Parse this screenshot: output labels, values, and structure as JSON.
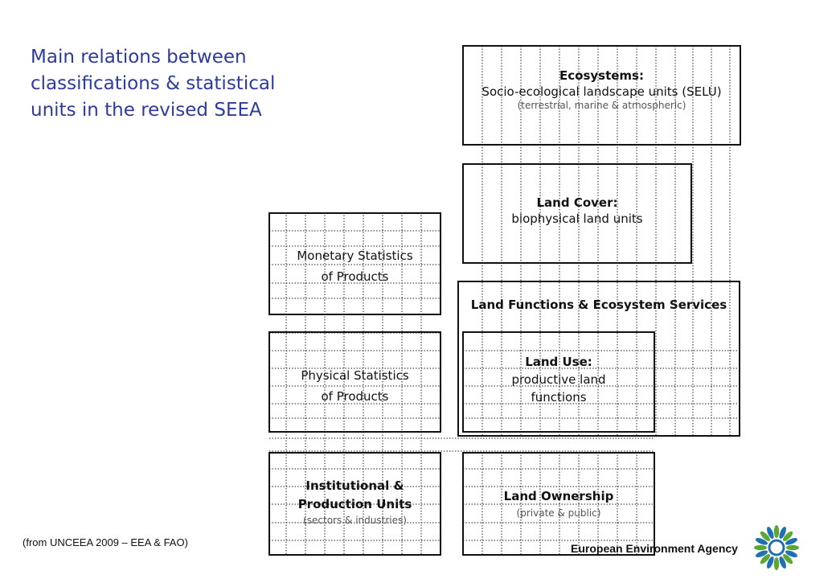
{
  "title_lines": [
    "Main relations between",
    "classifications & statistical",
    "units in the revised SEEA"
  ],
  "boxes": {
    "ecosystems": {
      "heading": "Ecosystems:",
      "body": "Socio-ecological landscape units (SELU)",
      "sub": "(terrestrial, marine & atmospheric)"
    },
    "land_cover": {
      "heading": "Land Cover:",
      "body": "biophysical land units"
    },
    "land_functions": {
      "heading": "Land Functions & Ecosystem Services"
    },
    "land_use": {
      "heading": "Land Use:",
      "body1": "productive land",
      "body2": "functions"
    },
    "monetary": {
      "line1": "Monetary Statistics",
      "line2": "of Products"
    },
    "physical": {
      "line1": "Physical Statistics",
      "line2": "of Products"
    },
    "institutional": {
      "heading1": "Institutional &",
      "heading2": "Production Units",
      "sub": "(sectors & industries)"
    },
    "land_ownership": {
      "heading": "Land Ownership",
      "sub": "(private & public)"
    }
  },
  "source_note": "(from UNCEEA 2009 – EEA & FAO)",
  "agency_name": "European Environment Agency",
  "colors": {
    "title": "#2e3b9e",
    "logo_blue": "#1f6fb2",
    "logo_green": "#5aa832"
  }
}
